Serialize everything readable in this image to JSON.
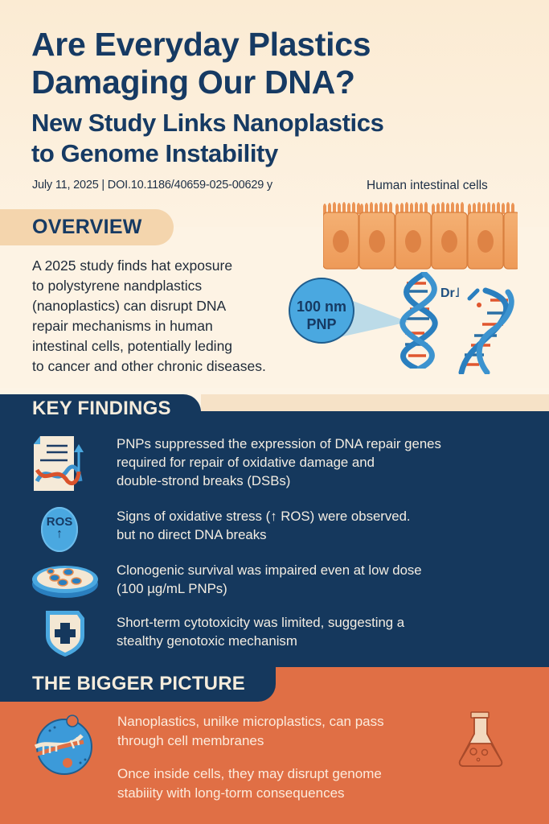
{
  "header": {
    "title_line1": "Are Everyday Plastics",
    "title_line2": "Damaging Our DNA?",
    "subtitle_line1": "New Study Links Nanoplastics",
    "subtitle_line2": "to Genome Instability",
    "meta": "July 11, 2025 | DOI.10.1186/40659-025-00629 y"
  },
  "illustration": {
    "cells_label": "Human intestinal cells",
    "particle_line1": "100 nm",
    "particle_line2": "PNP",
    "dna_label": "Dr˩",
    "icons": [
      "intestinal-cells-icon",
      "nanoparticle-icon",
      "dna-helix-icon",
      "broken-dna-icon"
    ]
  },
  "overview": {
    "heading": "OVERVIEW",
    "lines": [
      "A 2025 study finds hat exposure",
      "to polystyrene nandplastics",
      "(nanoplastics) can disrupt DNA",
      "repair mechanisms in human",
      "intestinal cells, potentially leding",
      "to cancer and other chronic diseases."
    ]
  },
  "key_findings": {
    "heading": "KEY FINDINGS",
    "items": [
      {
        "icon": "document-dna-icon",
        "lines": [
          "PNPs suppressed the expression of DNA repair genes",
          "required for repair of oxidative damage and",
          "double-strond breaks (DSBs)"
        ]
      },
      {
        "icon": "ros-icon",
        "icon_text": "ROS",
        "icon_arrow": "↑",
        "lines": [
          "Signs of oxidative stress (↑ ROS) were observed.",
          "but no direct DNA breaks"
        ]
      },
      {
        "icon": "petri-dish-icon",
        "lines": [
          "Clonogenic survival was impaired even at low dose",
          "(100 µg/mL PNPs)"
        ]
      },
      {
        "icon": "shield-icon",
        "lines": [
          "Short-term cytotoxicity was limited, suggesting a",
          "stealthy genotoxic mechanism"
        ]
      }
    ]
  },
  "bigger_picture": {
    "heading": "THE BIGGER PICTURE",
    "items": [
      {
        "lines": [
          "Nanoplastics, unilke microplastics, can pass",
          "through cell membranes"
        ]
      },
      {
        "lines": [
          "Once inside cells, they may disrupt genome",
          "stabiiity with long-torm consequences"
        ]
      }
    ],
    "icons": [
      "cell-dna-icon",
      "flask-icon"
    ]
  },
  "colors": {
    "navy": "#15385d",
    "cream": "#fcf0de",
    "peach_tab": "#f4d5ad",
    "orange": "#e06f45",
    "cell_orange": "#f0a062",
    "dna_blue": "#2a7fbf",
    "dna_red": "#d9532c",
    "light_blue": "#4aa8e0"
  }
}
